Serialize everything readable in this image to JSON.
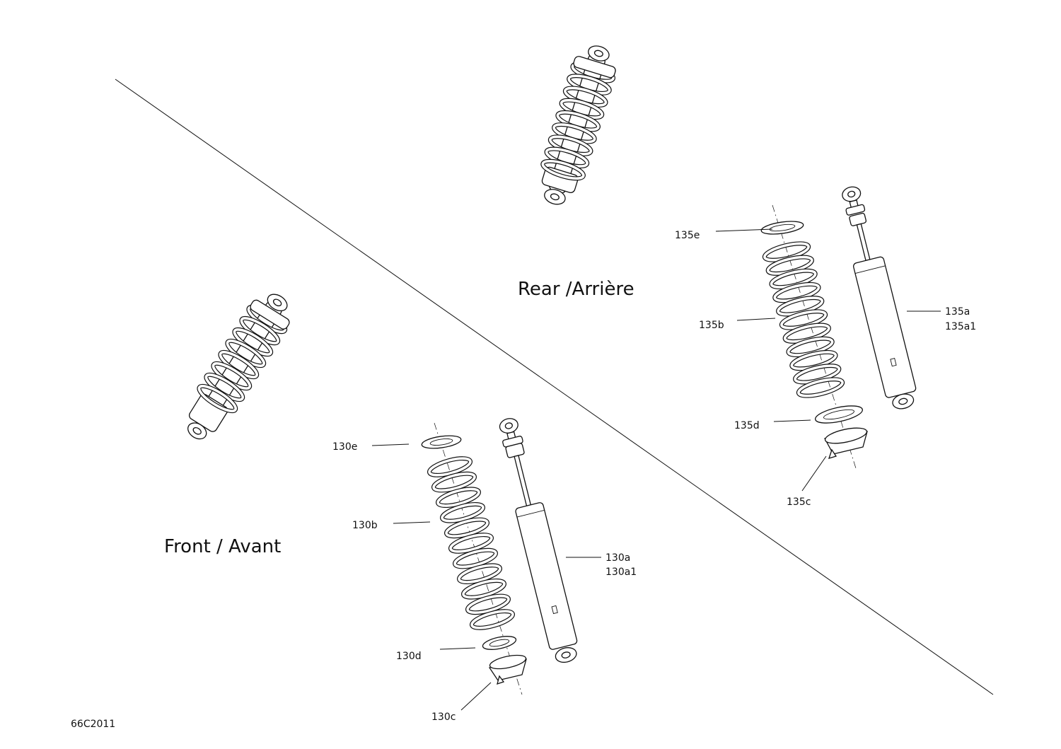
{
  "sections": {
    "rear": "Rear /Arrière",
    "front": "Front / Avant"
  },
  "callouts": {
    "c135e": "135e",
    "c135b": "135b",
    "c135a": "135a",
    "c135a1": "135a1",
    "c135d": "135d",
    "c135c": "135c",
    "c130e": "130e",
    "c130b": "130b",
    "c130a": "130a",
    "c130a1": "130a1",
    "c130d": "130d",
    "c130c": "130c"
  },
  "figure_code": "66C2011"
}
